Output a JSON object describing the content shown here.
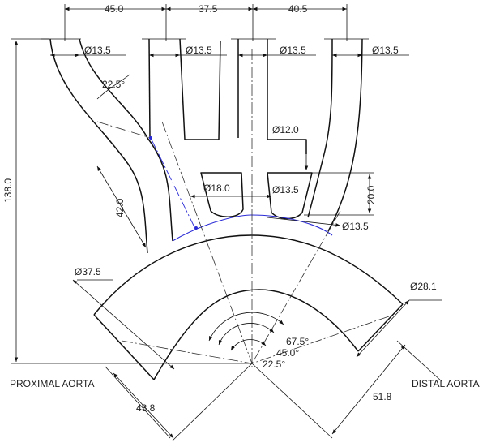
{
  "dimensions": {
    "top_spacing_1": "45.0",
    "top_spacing_2": "37.5",
    "top_spacing_3": "40.5",
    "dia_branch_1": "Ø13.5",
    "dia_branch_2": "Ø13.5",
    "dia_branch_3": "Ø13.5",
    "dia_branch_4": "Ø13.5",
    "angle_branch": "22.5°",
    "dia_12": "Ø12.0",
    "height_total": "138.0",
    "length_42": "42.0",
    "dia_18": "Ø18.0",
    "dia_13_5_center": "Ø13.5",
    "height_20": "20.0",
    "dia_13_5_right": "Ø13.5",
    "dia_37_5": "Ø37.5",
    "dia_28_1": "Ø28.1",
    "angle_67_5": "67.5°",
    "angle_45": "45.0°",
    "angle_22_5": "22.5°",
    "length_43_8": "43.8",
    "length_51_8": "51.8"
  },
  "labels": {
    "proximal": "PROXIMAL AORTA",
    "distal": "DISTAL AORTA"
  },
  "colors": {
    "line": "#111111",
    "construction": "#2b2bd6",
    "text": "#222222"
  }
}
